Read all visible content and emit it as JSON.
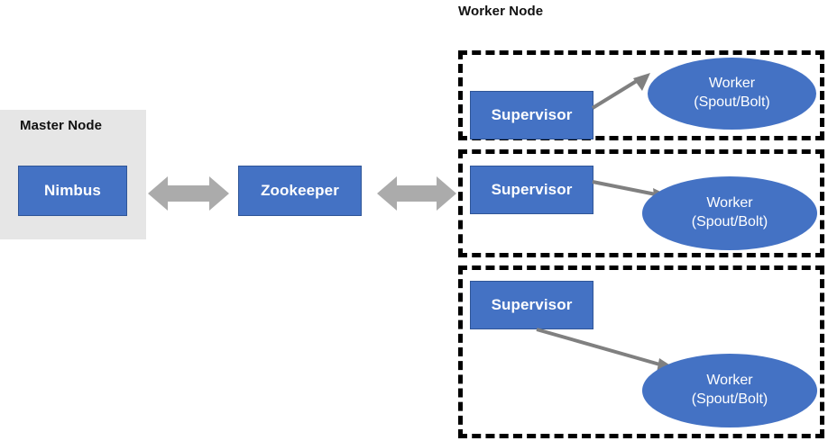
{
  "diagram": {
    "title_master": "Master Node",
    "title_worker": "Worker Node",
    "colors": {
      "node_blue": "#4472C4",
      "node_blue_border": "#2F5597",
      "master_panel_gray": "#E6E6E6",
      "arrow_gray": "#ABABAB",
      "connector_gray": "#808080",
      "dashed_border": "#000000",
      "text_light": "#FFFFFF",
      "text_dark": "#111111",
      "background": "#FFFFFF"
    },
    "master_node": {
      "label": "Master Node",
      "process": {
        "name": "nimbus",
        "label": "Nimbus"
      }
    },
    "coordinator": {
      "name": "zookeeper",
      "label": "Zookeeper"
    },
    "bidirectional_arrows": [
      {
        "name": "nimbus-zookeeper-arrow",
        "from": "Nimbus",
        "to": "Zookeeper"
      },
      {
        "name": "zookeeper-worker-arrow",
        "from": "Zookeeper",
        "to": "Worker Node"
      }
    ],
    "worker_nodes": {
      "label": "Worker Node",
      "panels": [
        {
          "supervisor_label": "Supervisor",
          "worker_line1": "Worker",
          "worker_line2": "(Spout/Bolt)"
        },
        {
          "supervisor_label": "Supervisor",
          "worker_line1": "Worker",
          "worker_line2": "(Spout/Bolt)"
        },
        {
          "supervisor_label": "Supervisor",
          "worker_line1": "Worker",
          "worker_line2": "(Spout/Bolt)"
        }
      ]
    }
  }
}
